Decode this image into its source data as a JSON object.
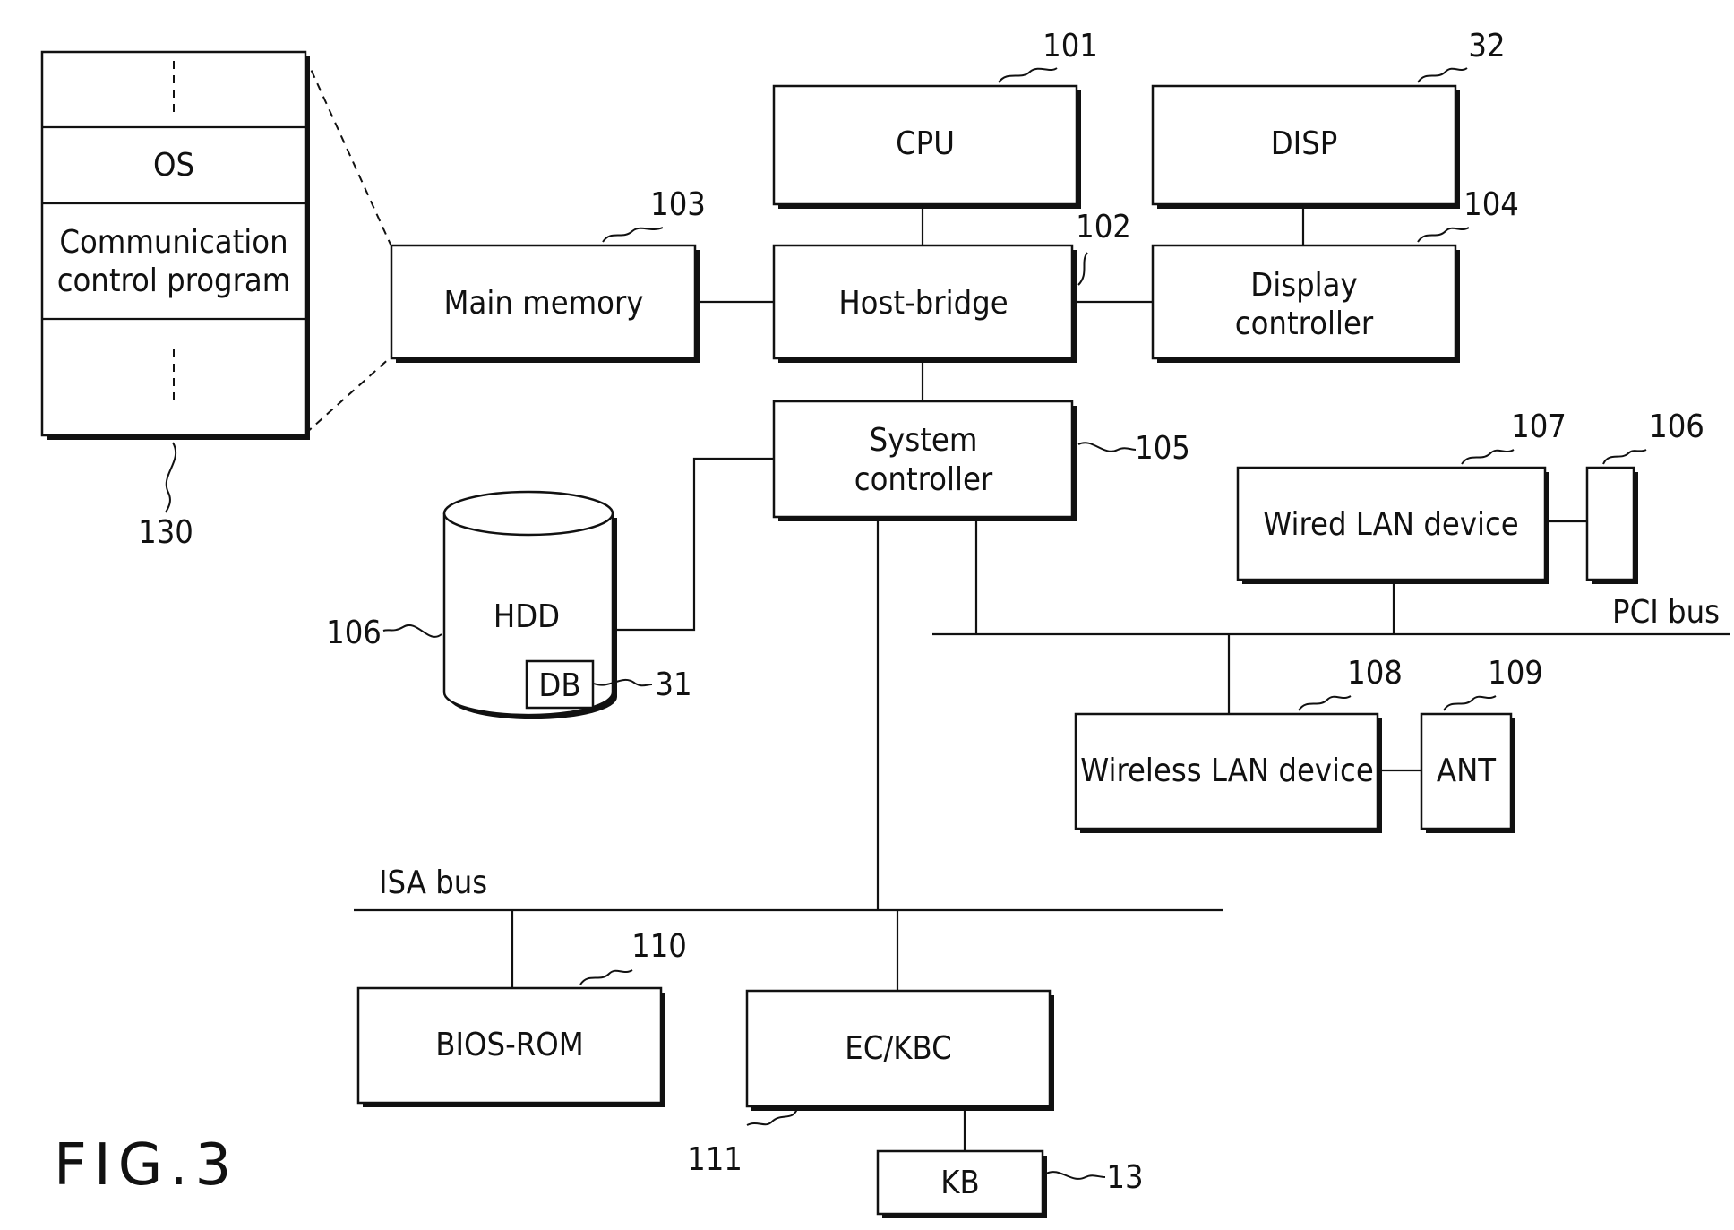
{
  "figure_label": "FIG.3",
  "memory_map": {
    "os": "OS",
    "program_line1": "Communication",
    "program_line2": "control program",
    "ref": "130"
  },
  "blocks": {
    "cpu": {
      "label": "CPU",
      "ref": "101"
    },
    "disp": {
      "label": "DISP",
      "ref": "32"
    },
    "main_memory": {
      "label": "Main memory",
      "ref": "103"
    },
    "host_bridge": {
      "label": "Host-bridge",
      "ref": "102"
    },
    "display_controller": {
      "line1": "Display",
      "line2": "controller",
      "ref": "104"
    },
    "system_controller": {
      "line1": "System",
      "line2": "controller",
      "ref": "105"
    },
    "hdd": {
      "label": "HDD",
      "ref": "106"
    },
    "db": {
      "label": "DB",
      "ref": "31"
    },
    "wired_lan": {
      "label": "Wired LAN device",
      "ref": "107"
    },
    "connector": {
      "ref": "106"
    },
    "wireless_lan": {
      "label": "Wireless LAN device",
      "ref": "108"
    },
    "ant": {
      "label": "ANT",
      "ref": "109"
    },
    "bios_rom": {
      "label": "BIOS-ROM",
      "ref": "110"
    },
    "ec_kbc": {
      "label": "EC/KBC",
      "ref": "111"
    },
    "kb": {
      "label": "KB",
      "ref": "13"
    }
  },
  "buses": {
    "pci": "PCI bus",
    "isa": "ISA bus"
  }
}
